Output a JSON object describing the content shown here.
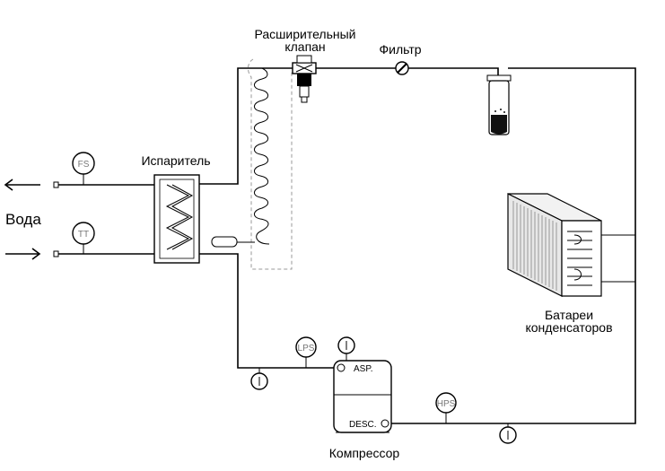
{
  "labels": {
    "expansion_valve_line1": "Расширительный",
    "expansion_valve_line2": "клапан",
    "filter": "Фильтр",
    "evaporator": "Испаритель",
    "water": "Вода",
    "condenser_line1": "Батареи",
    "condenser_line2": "конденсаторов",
    "compressor": "Компрессор"
  },
  "gauges": {
    "fs": "FS",
    "tt": "TT",
    "lps": "LPS",
    "hps": "HPS"
  },
  "ports": {
    "suction": "ASP.",
    "discharge": "DESC."
  }
}
